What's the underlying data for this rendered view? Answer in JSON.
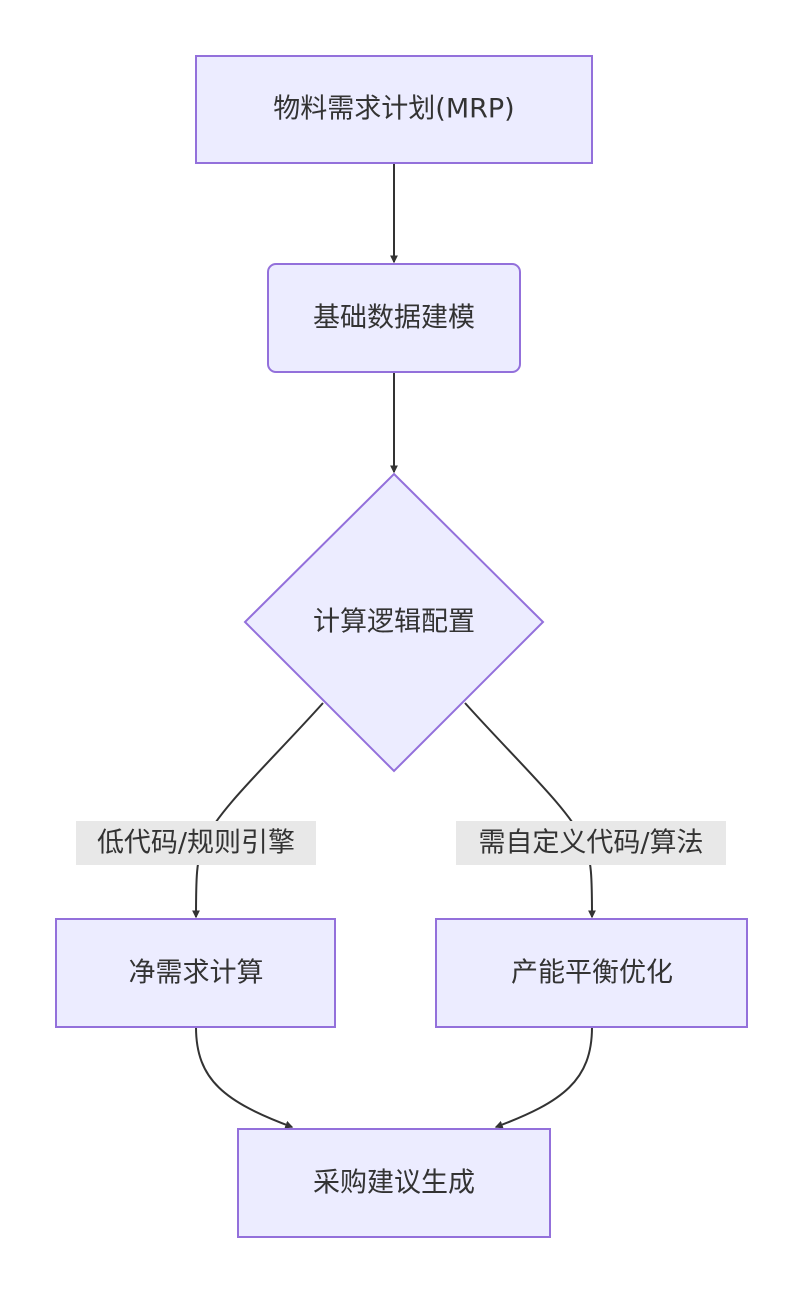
{
  "nodes": {
    "mrp": {
      "label": "物料需求计划(MRP)"
    },
    "data_modeling": {
      "label": "基础数据建模"
    },
    "calc_logic": {
      "label": "计算逻辑配置"
    },
    "net_req": {
      "label": "净需求计算"
    },
    "capacity": {
      "label": "产能平衡优化"
    },
    "purchase": {
      "label": "采购建议生成"
    }
  },
  "edges": {
    "low_code": {
      "label": "低代码/规则引擎"
    },
    "custom_code": {
      "label": "需自定义代码/算法"
    }
  },
  "colors": {
    "node_fill": "#ECECFF",
    "node_stroke": "#9370DB",
    "edge": "#333333",
    "edge_label_bg": "#e8e8e8",
    "text": "#333333"
  }
}
